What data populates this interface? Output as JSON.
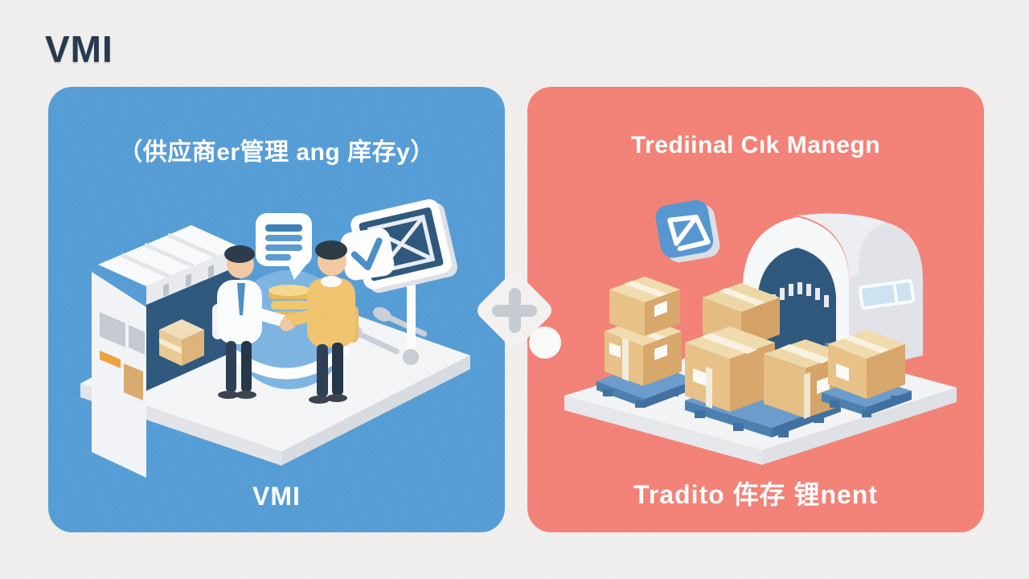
{
  "page": {
    "title": "VMI",
    "background_color": "#f1f0ee",
    "title_color": "#24384e"
  },
  "panels": {
    "left": {
      "header": "（供应商er管理 ang 庠存y）",
      "caption": "VMI",
      "background_color": "#569dd6",
      "text_color": "#ffffff",
      "illustration_icons": [
        "factory-building",
        "handshake-people",
        "speech-bubble-icon",
        "coin-stack-icon",
        "envelope-signpost-icon",
        "check-badge-icon",
        "spoon-icons",
        "platform"
      ]
    },
    "right": {
      "header": "Trediinal Cık Manegn",
      "caption": "Tradito 伡存 锂nent",
      "background_color": "#f48277",
      "text_color": "#ffffff",
      "illustration_icons": [
        "crossed-box-icon",
        "arched-warehouse",
        "cardboard-boxes",
        "blue-pallets",
        "platform"
      ]
    }
  },
  "divider": {
    "symbol": "+",
    "color": "#c7cbd2"
  }
}
